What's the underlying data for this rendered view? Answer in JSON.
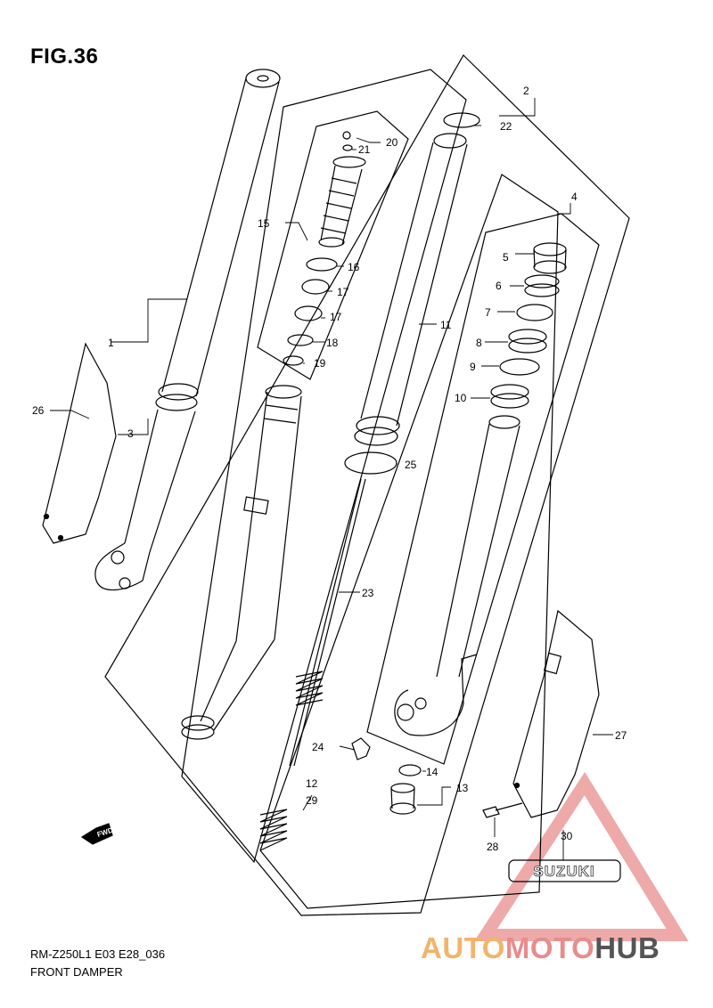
{
  "figure": {
    "title": "FIG.36",
    "model_code": "RM-Z250L1  E03  E28_036",
    "name": "FRONT DAMPER"
  },
  "parts": [
    {
      "id": "1",
      "label": "1"
    },
    {
      "id": "2",
      "label": "2"
    },
    {
      "id": "3",
      "label": "3"
    },
    {
      "id": "4",
      "label": "4"
    },
    {
      "id": "5",
      "label": "5"
    },
    {
      "id": "6",
      "label": "6"
    },
    {
      "id": "7",
      "label": "7"
    },
    {
      "id": "8",
      "label": "8"
    },
    {
      "id": "9",
      "label": "9"
    },
    {
      "id": "10",
      "label": "10"
    },
    {
      "id": "11",
      "label": "11"
    },
    {
      "id": "12",
      "label": "12"
    },
    {
      "id": "13",
      "label": "13"
    },
    {
      "id": "14",
      "label": "14"
    },
    {
      "id": "15",
      "label": "15"
    },
    {
      "id": "16",
      "label": "16"
    },
    {
      "id": "17a",
      "label": "17"
    },
    {
      "id": "17b",
      "label": "17"
    },
    {
      "id": "18",
      "label": "18"
    },
    {
      "id": "19",
      "label": "19"
    },
    {
      "id": "20",
      "label": "20"
    },
    {
      "id": "21",
      "label": "21"
    },
    {
      "id": "22",
      "label": "22"
    },
    {
      "id": "23",
      "label": "23"
    },
    {
      "id": "24",
      "label": "24"
    },
    {
      "id": "25",
      "label": "25"
    },
    {
      "id": "26",
      "label": "26"
    },
    {
      "id": "27",
      "label": "27"
    },
    {
      "id": "28",
      "label": "28"
    },
    {
      "id": "29",
      "label": "29"
    },
    {
      "id": "30",
      "label": "30"
    }
  ],
  "sticker_text": "SUZUKI",
  "fwd_text": "FWD",
  "watermark": {
    "part1": "AUTO",
    "part2": "MOTO",
    "part3": "HUB"
  },
  "colors": {
    "line": "#000000",
    "watermark_red": "#e88c8c",
    "watermark_orange": "#f2b46a",
    "watermark_gray": "#555555"
  }
}
